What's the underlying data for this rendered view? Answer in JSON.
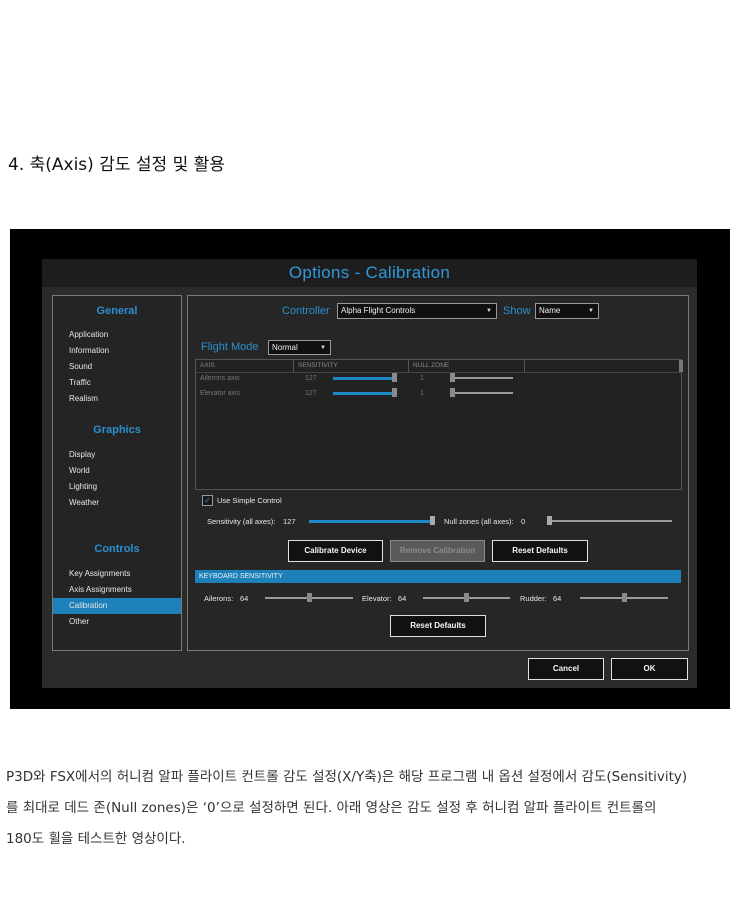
{
  "article": {
    "heading": "4. 축(Axis) 감도 설정 및 활용",
    "paragraph": [
      "P3D와 FSX에서의 허니컴 알파 플라이트 컨트롤 감도 설정(X/Y축)은 해당 프로그램 내 옵션 설정에서 감도(Sensitivity)",
      "를 최대로 데드 존(Null zones)은 ‘0’으로 설정하면 된다. 아래 영상은 감도 설정 후 허니컴 알파 플라이트 컨트롤의",
      "180도 휠을 테스트한 영상이다."
    ]
  },
  "dialog": {
    "title": "Options - Calibration",
    "sidebar": {
      "sections": [
        {
          "header": "General",
          "items": [
            "Application",
            "Information",
            "Sound",
            "Traffic",
            "Realism"
          ]
        },
        {
          "header": "Graphics",
          "items": [
            "Display",
            "World",
            "Lighting",
            "Weather"
          ]
        },
        {
          "header": "Controls",
          "items": [
            "Key Assignments",
            "Axis Assignments",
            "Calibration",
            "Other"
          ]
        }
      ],
      "active_item": "Calibration"
    },
    "controller_label": "Controller",
    "controller_value": "Alpha Flight Controls",
    "show_label": "Show",
    "show_value": "Name",
    "flight_mode_label": "Flight Mode",
    "flight_mode_value": "Normal",
    "table": {
      "columns": [
        "AXIS",
        "SENSITIVITY",
        "NULL ZONE"
      ],
      "rows": [
        {
          "axis": "Ailerons axis",
          "sensitivity": 127,
          "sensitivity_max": 127,
          "null_zone": 1,
          "null_zone_max": 127
        },
        {
          "axis": "Elevator axis",
          "sensitivity": 127,
          "sensitivity_max": 127,
          "null_zone": 1,
          "null_zone_max": 127
        }
      ]
    },
    "simple_control": {
      "label": "Use Simple Control",
      "checked": true
    },
    "sensitivity_all": {
      "label": "Sensitivity (all axes):",
      "value": 127,
      "max": 127
    },
    "null_zones_all": {
      "label": "Null zones (all axes):",
      "value": 0,
      "max": 127
    },
    "buttons": {
      "calibrate": "Calibrate Device",
      "remove_calibration": "Remove Calibration",
      "reset_defaults_top": "Reset Defaults",
      "reset_defaults_bottom": "Reset Defaults",
      "cancel": "Cancel",
      "ok": "OK"
    },
    "keyboard_sensitivity": {
      "header": "KEYBOARD SENSITIVITY",
      "ailerons": {
        "label": "Ailerons:",
        "value": 64,
        "max": 127
      },
      "elevator": {
        "label": "Elevator:",
        "value": 64,
        "max": 127
      },
      "rudder": {
        "label": "Rudder:",
        "value": 64,
        "max": 127
      }
    },
    "colors": {
      "accent": "#2a8fd0",
      "selection": "#1e80b8",
      "background": "#2b2b2b"
    }
  }
}
